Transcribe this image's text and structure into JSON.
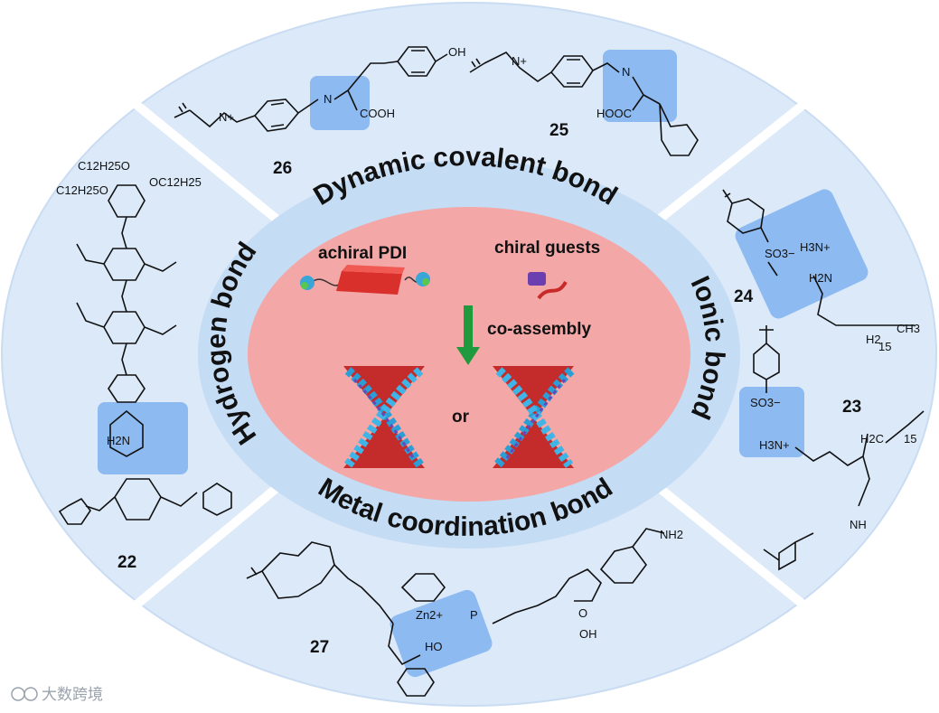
{
  "sections": {
    "top": "Dynamic covalent bond",
    "left": "Hydrogen bond",
    "right": "Ionic bond",
    "bottom": "Metal coordination bond"
  },
  "center": {
    "achiral": "achiral PDI",
    "chiral": "chiral guests",
    "coassembly": "co-assembly",
    "or": "or"
  },
  "compounds": {
    "c22": "22",
    "c23": "23",
    "c24": "24",
    "c25": "25",
    "c26": "26",
    "c27": "27"
  },
  "labels": {
    "oh": "OH",
    "cooh": "COOH",
    "hooc": "HOOC",
    "n": "N",
    "nplus": "N+",
    "c12a": "C12H25O",
    "c12b": "OC12H25",
    "c12c": "C12H25O",
    "h3n_a": "H3N+",
    "h2n": "H2N",
    "so3": "SO3−",
    "ch3": "CH3",
    "h2": "H2",
    "n15": "15",
    "h3n_b": "H3N+",
    "h2c": "H2C",
    "nh": "NH",
    "nh2": "NH2",
    "zn": "Zn2+",
    "p": "P",
    "ho": "HO",
    "o": "O"
  },
  "watermark": "大数跨境",
  "colors": {
    "outer": "#dbe9f9",
    "mid": "#c4dcf4",
    "inner": "#f3a7a7",
    "highlight": "#7fb2ee"
  }
}
